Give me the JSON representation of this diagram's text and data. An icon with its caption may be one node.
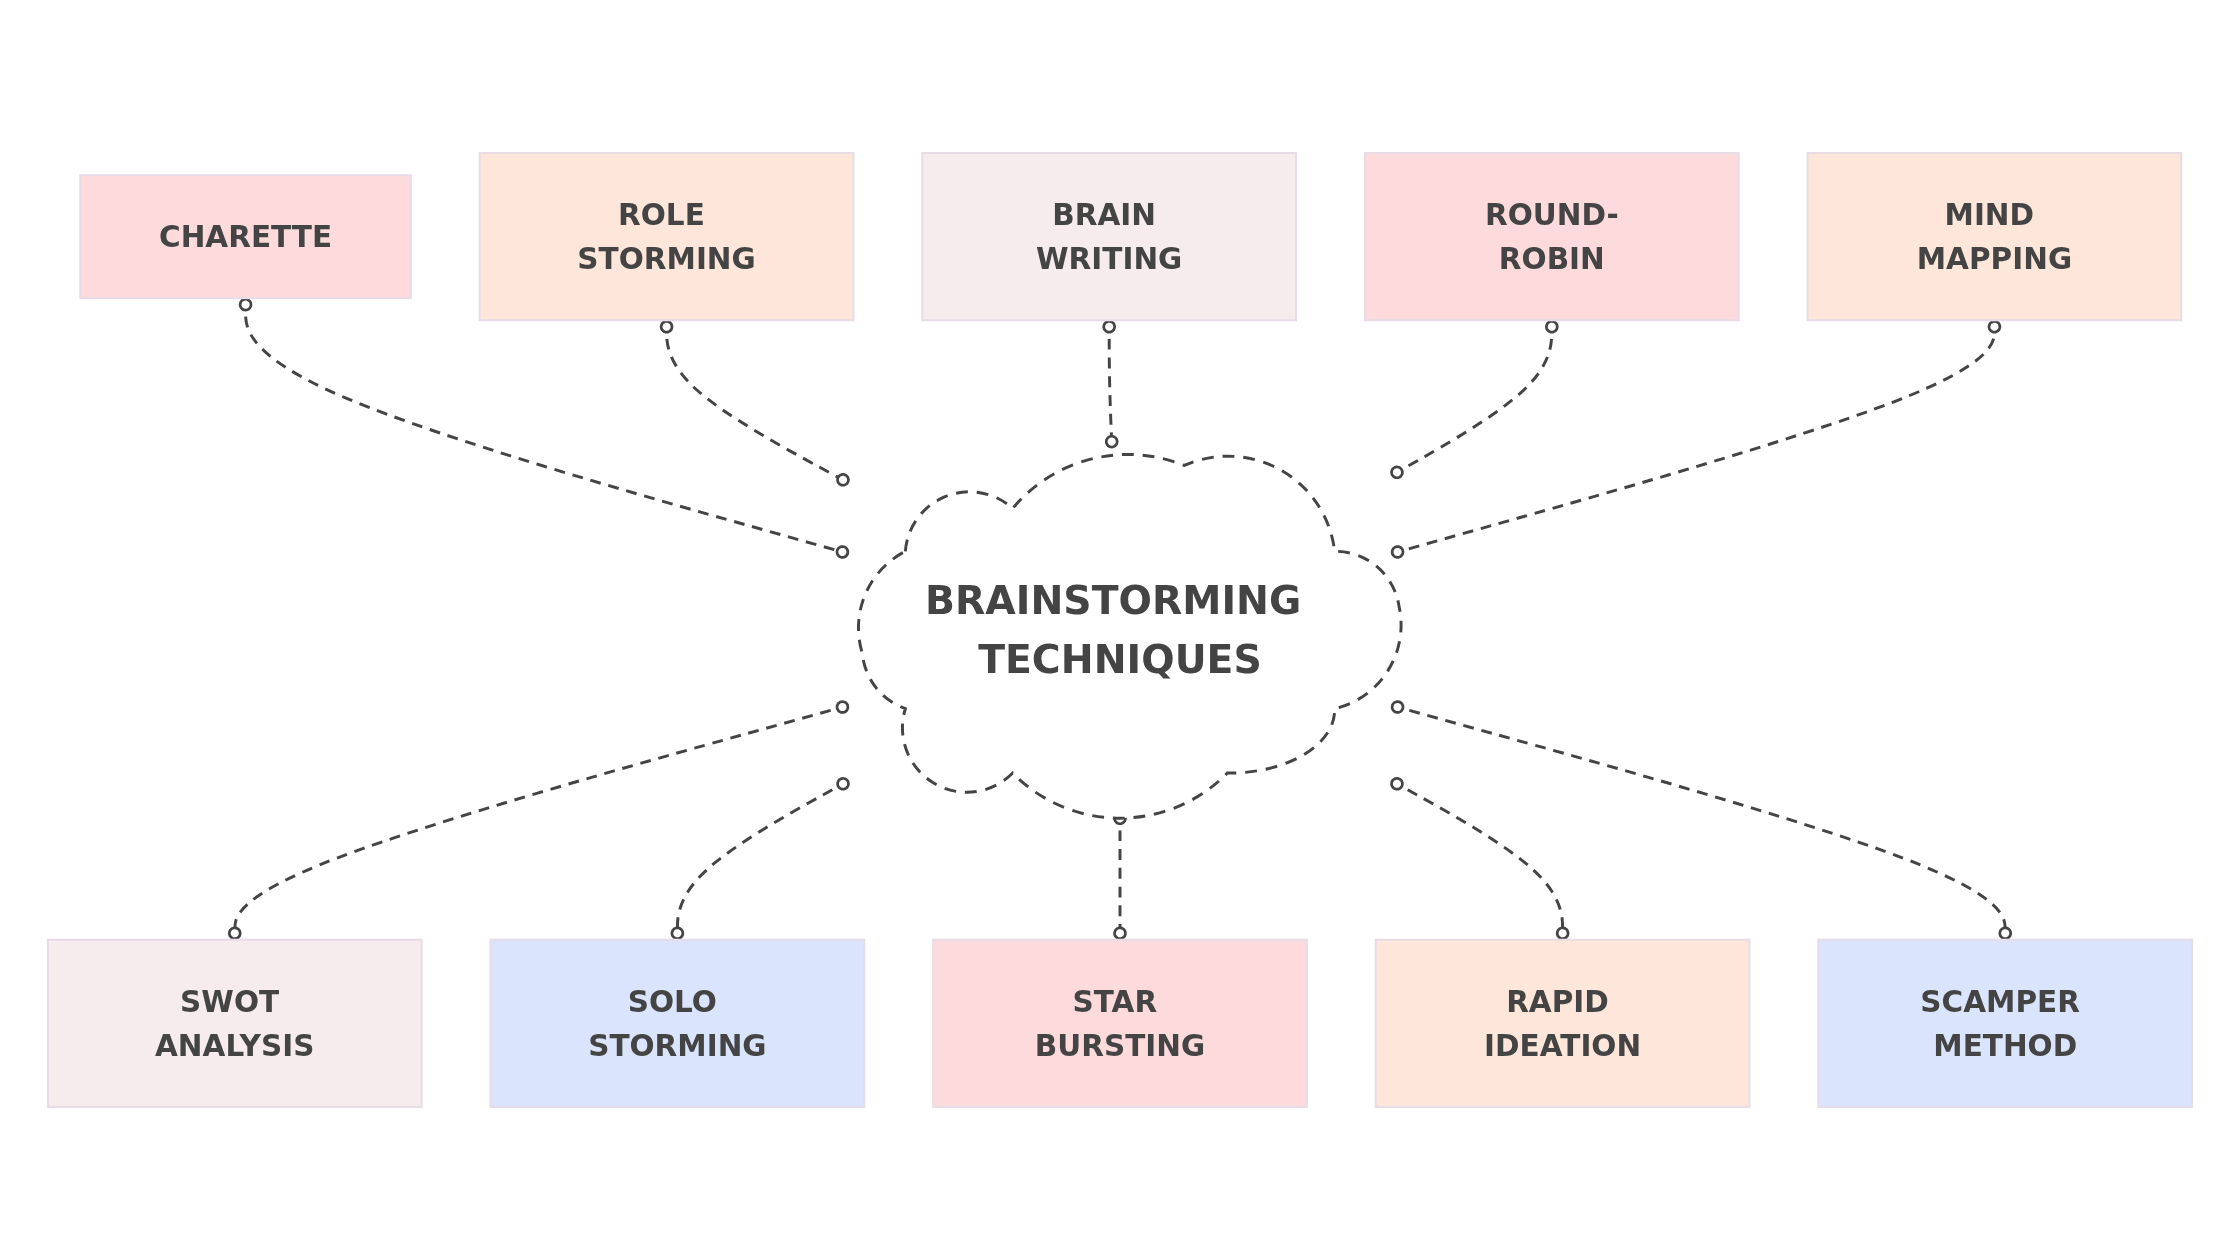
{
  "diagram": {
    "nodes": [
      {
        "text": [
          "BRAINSTORMING TECHNIQUES"
        ]
      },
      {
        "text": [
          "BRAIN WRITING"
        ]
      },
      {
        "text": [
          "CHARETTE"
        ]
      },
      {
        "text": [
          "ROUND-ROBIN"
        ]
      },
      {
        "text": [
          "MIND MAPPING"
        ]
      },
      {
        "text": [
          "ROLE STORMING"
        ]
      },
      {
        "text": [
          "SCAMPER METHOD"
        ]
      },
      {
        "text": [
          "SWOT ANALYSIS"
        ]
      },
      {
        "text": [
          "SOLO STORMING"
        ]
      },
      {
        "text": [
          "STAR BURSTING"
        ]
      },
      {
        "text": [
          "RAPID IDEATION"
        ]
      }
    ],
    "edges": [
      {
        "from": 2,
        "to": 0,
        "arrow": "other",
        "style": "dashed"
      },
      {
        "from": 5,
        "to": 0,
        "arrow": "other",
        "style": "dashed"
      },
      {
        "from": 1,
        "to": 0,
        "arrow": "other",
        "style": "dashed"
      },
      {
        "from": 3,
        "to": 0,
        "arrow": "other",
        "style": "dashed"
      },
      {
        "from": 4,
        "to": 0,
        "arrow": "other",
        "style": "dashed"
      },
      {
        "from": 0,
        "to": 7,
        "arrow": "other",
        "style": "dashed"
      },
      {
        "from": 0,
        "to": 8,
        "arrow": "other",
        "style": "dashed"
      },
      {
        "from": 0,
        "to": 9,
        "arrow": "other",
        "style": "dashed"
      },
      {
        "from": 0,
        "to": 10,
        "arrow": "other",
        "style": "dashed"
      },
      {
        "from": 0,
        "to": 6,
        "arrow": "other",
        "style": "dashed"
      }
    ]
  }
}
